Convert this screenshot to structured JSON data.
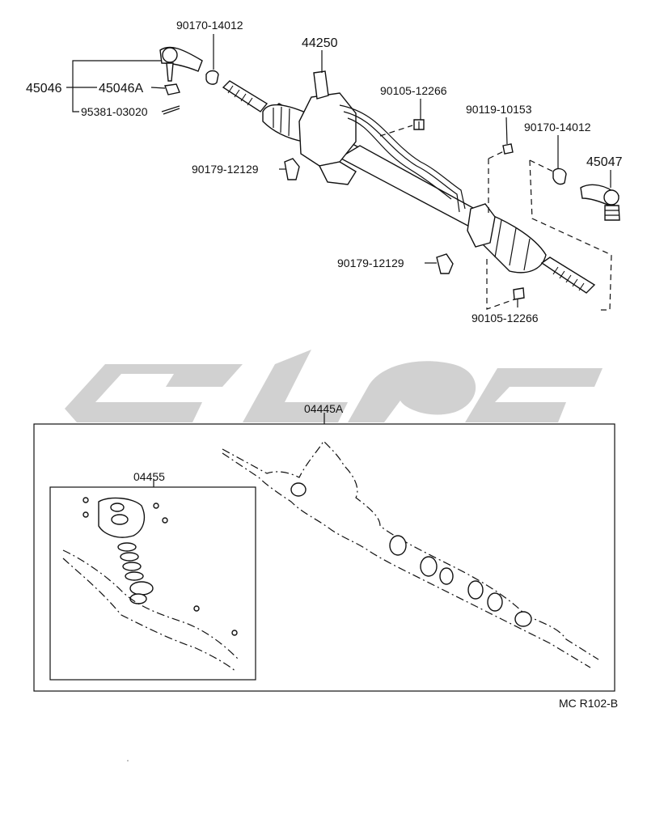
{
  "diagram": {
    "watermark_icon": "company-logo-watermark",
    "callouts": [
      {
        "key": "tie_end_lh",
        "text": "45046"
      },
      {
        "key": "tie_end_sub",
        "text": "45046A"
      },
      {
        "key": "cotter_pin",
        "text": "95381-03020"
      },
      {
        "key": "clamp_lh",
        "text": "90170-14012"
      },
      {
        "key": "gear_assy",
        "text": "44250"
      },
      {
        "key": "bolt_upper",
        "text": "90105-12266"
      },
      {
        "key": "bolt_small",
        "text": "90119-10153"
      },
      {
        "key": "clamp_rh",
        "text": "90170-14012"
      },
      {
        "key": "tie_end_rh",
        "text": "45047"
      },
      {
        "key": "bracket_left",
        "text": "90179-12129"
      },
      {
        "key": "bracket_right",
        "text": "90179-12129"
      },
      {
        "key": "bolt_lower",
        "text": "90105-12266"
      },
      {
        "key": "gasket_kit",
        "text": "04445A"
      },
      {
        "key": "valve_kit",
        "text": "04455"
      },
      {
        "key": "ref_code",
        "text": "MC R102-B"
      }
    ]
  }
}
